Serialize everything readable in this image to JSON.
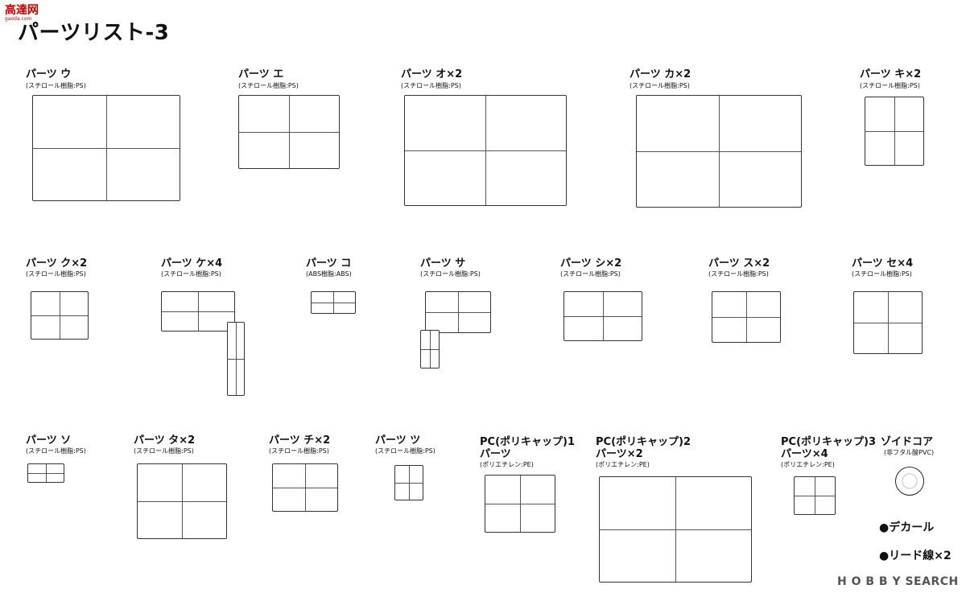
{
  "header": {
    "logo": "高達网",
    "logo_sub": "gaoda.com",
    "title": "パーツリスト-3"
  },
  "parts": [
    {
      "label": "パーツ ウ",
      "material": "(スチロール樹脂:PS)"
    },
    {
      "label": "パーツ エ",
      "material": "(スチロール樹脂:PS)"
    },
    {
      "label": "パーツ オ×2",
      "material": "(スチロール樹脂:PS)"
    },
    {
      "label": "パーツ カ×2",
      "material": "(スチロール樹脂:PS)"
    },
    {
      "label": "パーツ キ×2",
      "material": "(スチロール樹脂:PS)"
    },
    {
      "label": "パーツ ク×2",
      "material": "(スチロール樹脂:PS)"
    },
    {
      "label": "パーツ ケ×4",
      "material": "(スチロール樹脂:PS)"
    },
    {
      "label": "パーツ コ",
      "material": "(ABS樹脂:ABS)"
    },
    {
      "label": "パーツ サ",
      "material": "(スチロール樹脂:PS)"
    },
    {
      "label": "パーツ シ×2",
      "material": "(スチロール樹脂:PS)"
    },
    {
      "label": "パーツ ス×2",
      "material": "(スチロール樹脂:PS)"
    },
    {
      "label": "パーツ セ×4",
      "material": "(スチロール樹脂:PS)"
    },
    {
      "label": "パーツ ソ",
      "material": "(スチロール樹脂:PS)"
    },
    {
      "label": "パーツ タ×2",
      "material": "(スチロール樹脂:PS)"
    },
    {
      "label": "パーツ チ×2",
      "material": "(スチロール樹脂:PS)"
    },
    {
      "label": "パーツ ツ",
      "material": "(スチロール樹脂:PS)"
    },
    {
      "label": "PC(ポリキャップ)1\nパーツ",
      "material": "(ポリエチレン:PE)"
    },
    {
      "label": "PC(ポリキャップ)2\nパーツ×2",
      "material": "(ポリエチレン:PE)"
    },
    {
      "label": "PC(ポリキャップ)3\nパーツ×4",
      "material": "(ポリエチレン:PE)"
    },
    {
      "label": "ゾイドコア",
      "material": "(非フタル酸PVC)"
    }
  ],
  "extras": {
    "decal": "●デカール",
    "lead_wire": "●リード線×2"
  },
  "watermark": "H O B B Y SEARCH"
}
